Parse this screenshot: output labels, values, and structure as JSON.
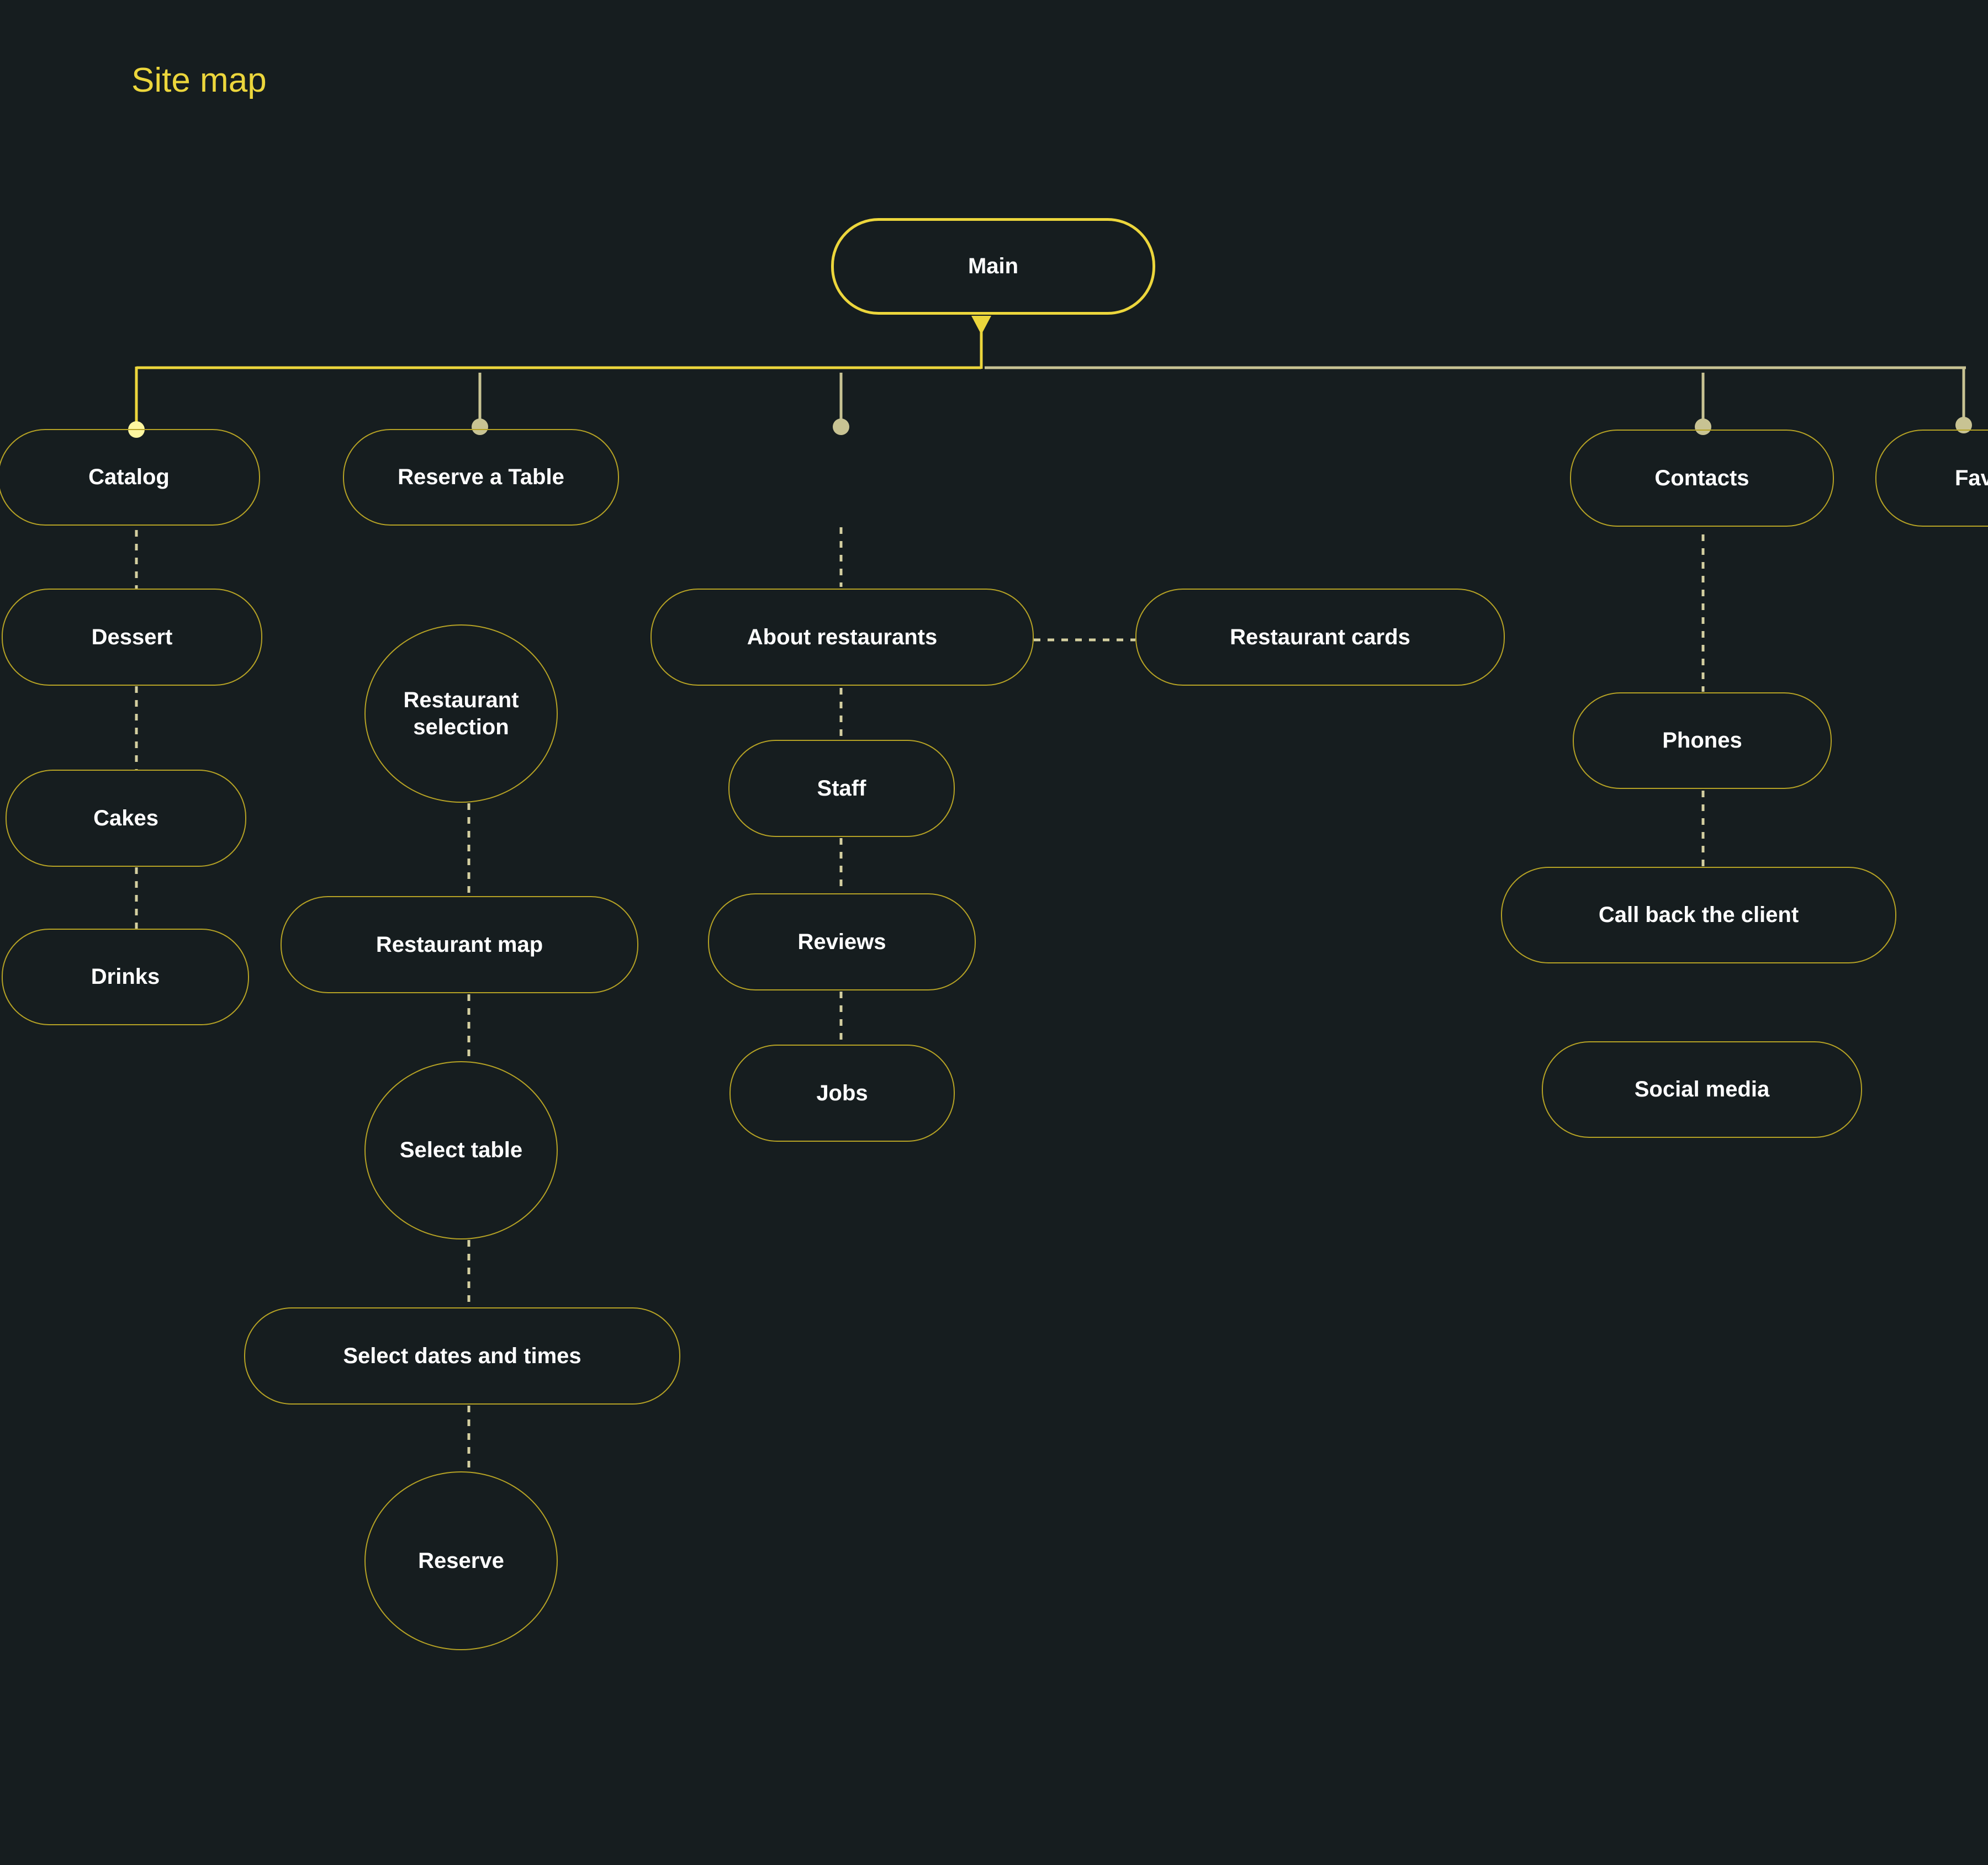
{
  "title": "Site map",
  "colors": {
    "background": "#161d1f",
    "accent": "#ecd63c",
    "node_border": "#b5a225",
    "connector": "#d4cfa0"
  },
  "nodes": {
    "main": "Main",
    "catalog": "Catalog",
    "dessert": "Dessert",
    "cakes": "Cakes",
    "drinks": "Drinks",
    "reserve_table": "Reserve a Table",
    "restaurant_selection": "Restaurant\nselection",
    "restaurant_map": "Restaurant map",
    "select_table": "Select table",
    "select_dates": "Select dates and times",
    "reserve": "Reserve",
    "about_restaurants": "About restaurants",
    "restaurant_cards": "Restaurant cards",
    "staff": "Staff",
    "reviews": "Reviews",
    "jobs": "Jobs",
    "contacts": "Contacts",
    "phones": "Phones",
    "call_back": "Call back the client",
    "social_media": "Social media",
    "favorites_partial": "Fav"
  }
}
